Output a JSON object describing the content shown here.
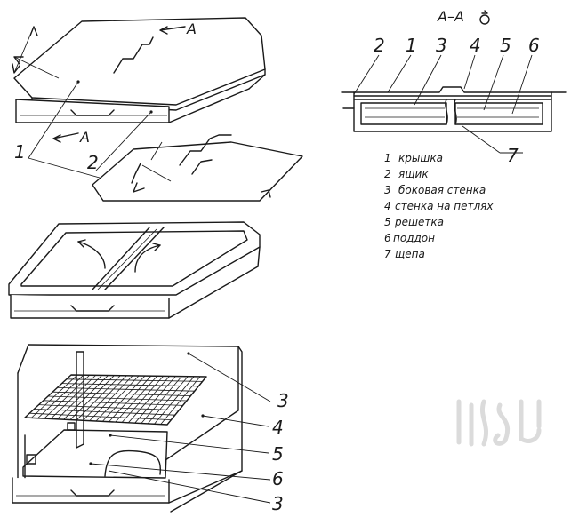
{
  "callouts": {
    "top": {
      "n1": "1",
      "n2": "2",
      "a_upper": "A",
      "a_lower": "A"
    },
    "section": {
      "n2": "2",
      "n1": "1",
      "n3": "3",
      "n4": "4",
      "n5": "5",
      "n6": "6",
      "n7": "7"
    },
    "bottom": {
      "n3a": "3",
      "n4": "4",
      "n5": "5",
      "n6": "6",
      "n3b": "3"
    }
  },
  "section_title": "А–А",
  "legend": [
    {
      "num": "1",
      "text": "крышка"
    },
    {
      "num": "2",
      "text": "ящик"
    },
    {
      "num": "3",
      "text": "боковая  стенка"
    },
    {
      "num": "4",
      "text": "стенка на петлях"
    },
    {
      "num": "5",
      "text": "решетка"
    },
    {
      "num": "6",
      "text": "поддон"
    },
    {
      "num": "7",
      "text": "щепа"
    }
  ]
}
